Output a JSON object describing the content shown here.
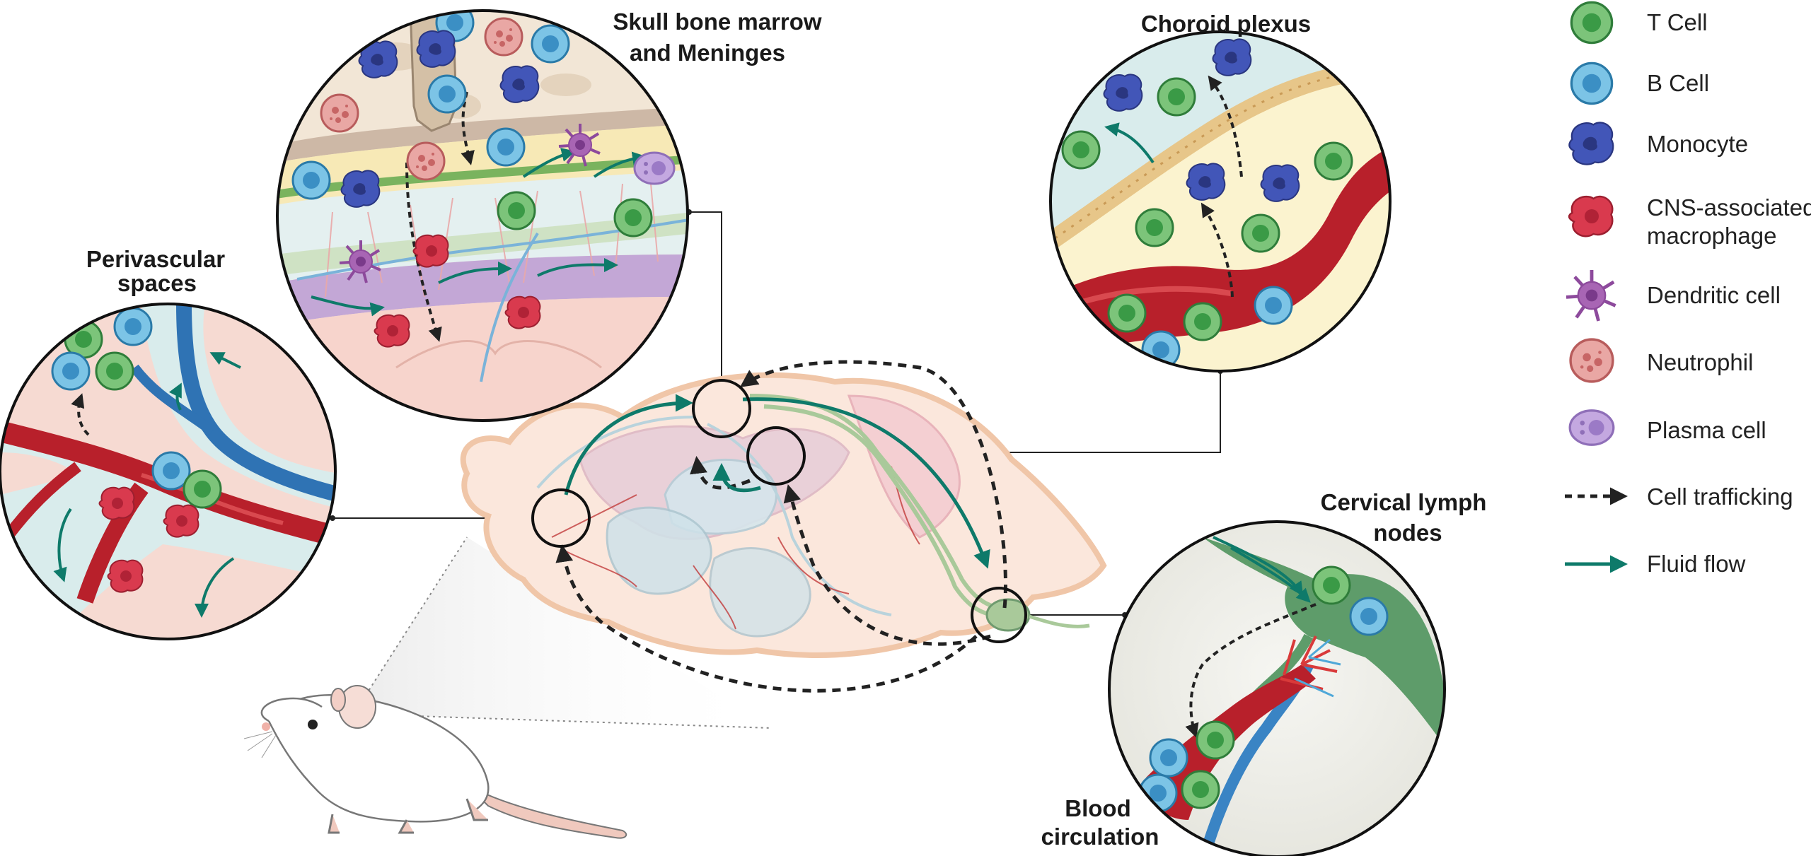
{
  "labels": {
    "skull": [
      "Skull bone marrow",
      "and Meninges"
    ],
    "choroid": "Choroid plexus",
    "perivascular": [
      "Perivascular",
      "spaces"
    ],
    "cervical": [
      "Cervical lymph",
      "nodes"
    ],
    "blood": [
      "Blood",
      "circulation"
    ]
  },
  "legend": {
    "items": [
      {
        "icon": "t-cell-icon",
        "label": "T Cell",
        "color": "#5cb85c"
      },
      {
        "icon": "b-cell-icon",
        "label": "B Cell",
        "color": "#4fa8d8"
      },
      {
        "icon": "monocyte-icon",
        "label": "Monocyte",
        "color": "#3b4fae"
      },
      {
        "icon": "cns-macrophage-icon",
        "label": [
          "CNS-associated",
          "macrophage"
        ],
        "color": "#d93a4e"
      },
      {
        "icon": "dendritic-cell-icon",
        "label": "Dendritic cell",
        "color": "#9b59a8"
      },
      {
        "icon": "neutrophil-icon",
        "label": "Neutrophil",
        "color": "#d98a8a"
      },
      {
        "icon": "plasma-cell-icon",
        "label": "Plasma cell",
        "color": "#b79ad9"
      },
      {
        "icon": "cell-trafficking-arrow-icon",
        "label": "Cell trafficking",
        "color": "#222222"
      },
      {
        "icon": "fluid-flow-arrow-icon",
        "label": "Fluid flow",
        "color": "#0e7a6a"
      }
    ]
  },
  "colors": {
    "artery": "#b8202b",
    "vein": "#3a84c4",
    "lymph": "#5e9c6a",
    "fluid": "#0e7a6a",
    "csf": "#d8ecec",
    "tissue": "#f7d9d2"
  }
}
